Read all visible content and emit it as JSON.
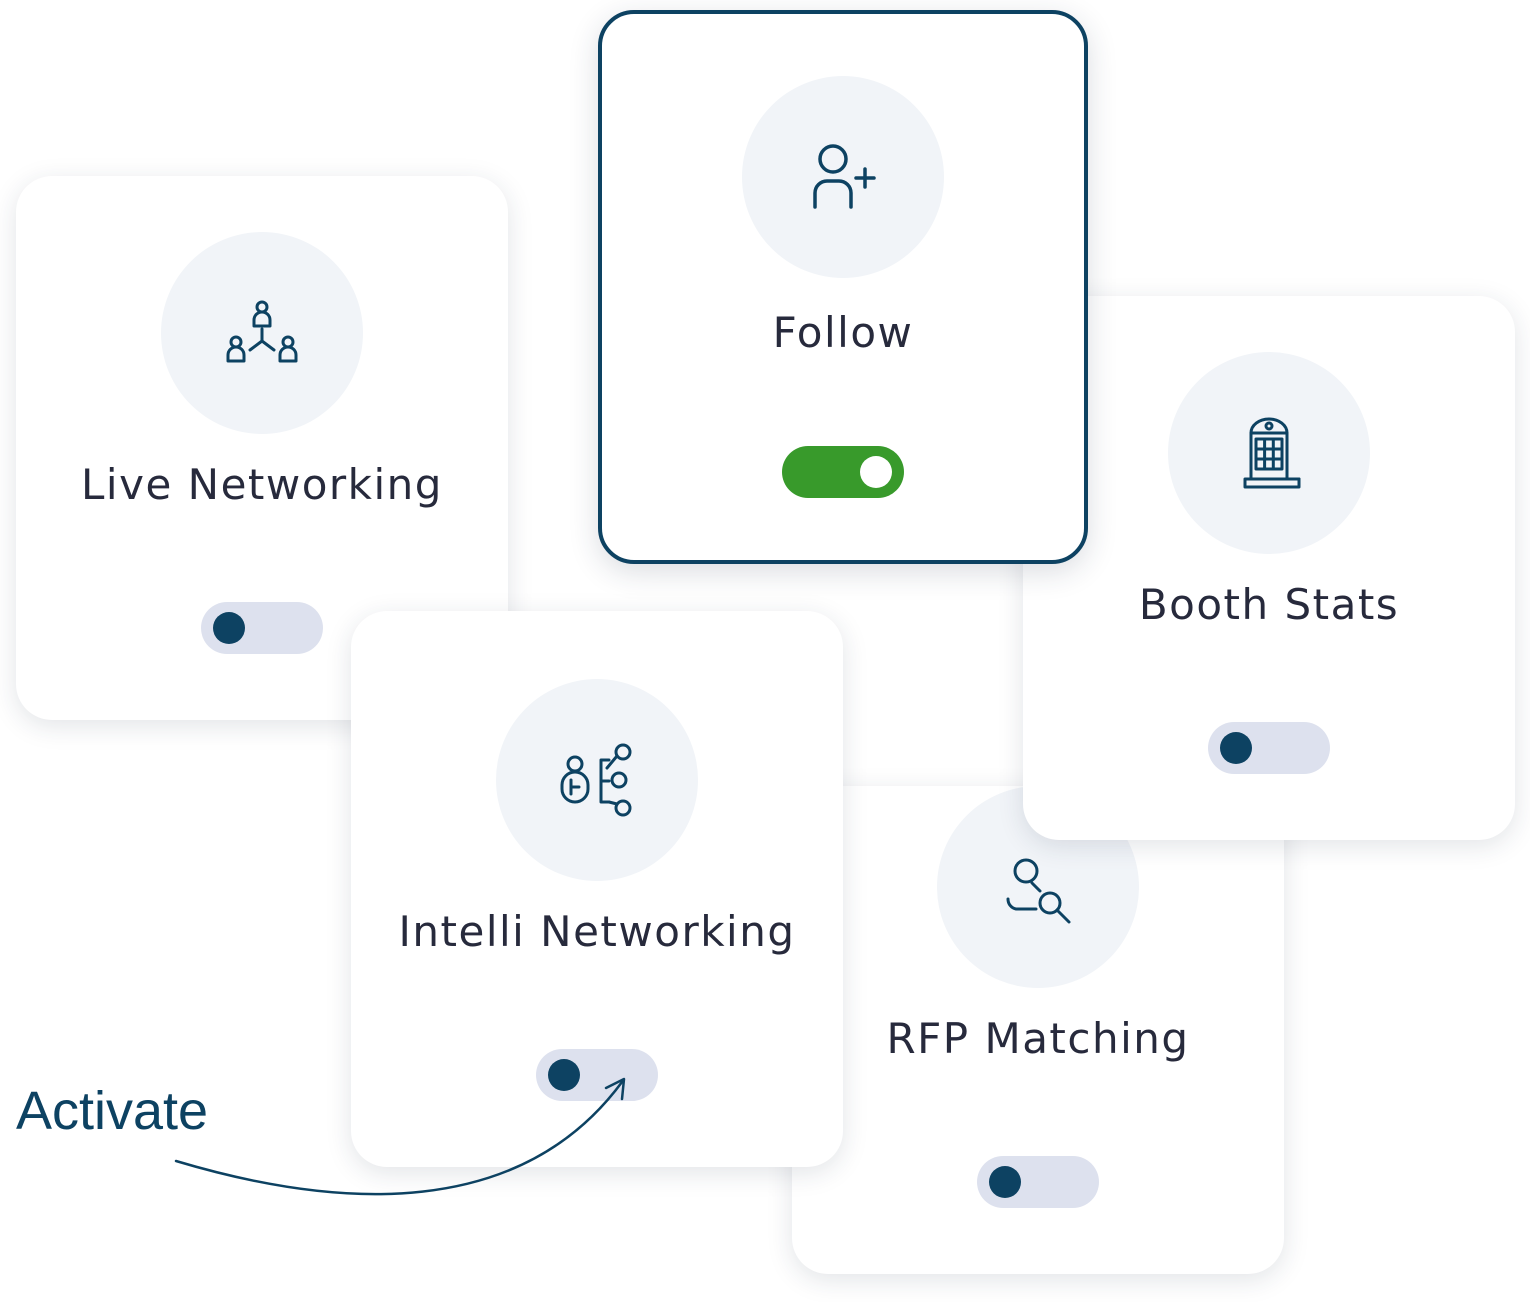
{
  "accent_color": "#0d4262",
  "on_color": "#389a2b",
  "cards": {
    "live_networking": {
      "title": "Live Networking",
      "icon": "network-people-icon",
      "toggle_on": false
    },
    "rfp_matching": {
      "title": "RFP Matching",
      "icon": "user-search-icon",
      "toggle_on": false
    },
    "intelli_networking": {
      "title": "Intelli Networking",
      "icon": "ai-network-icon",
      "toggle_on": false
    },
    "booth_stats": {
      "title": "Booth Stats",
      "icon": "booth-icon",
      "toggle_on": false
    },
    "follow": {
      "title": "Follow",
      "icon": "user-plus-icon",
      "toggle_on": true
    }
  },
  "callout": {
    "label": "Activate"
  }
}
